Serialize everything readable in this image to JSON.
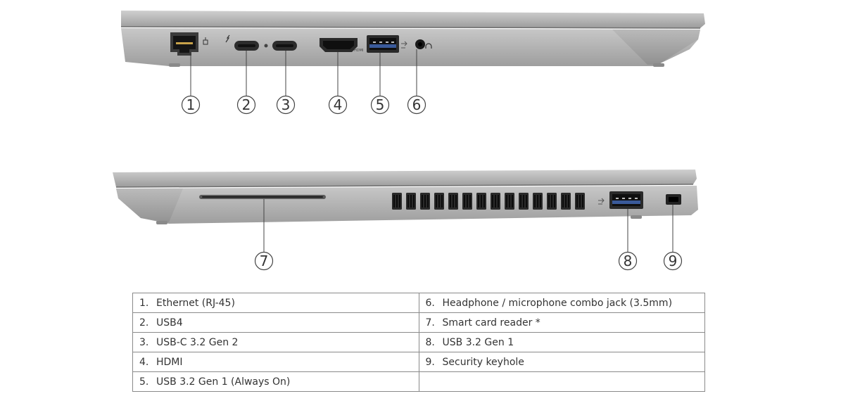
{
  "diagram": {
    "left_side_callouts": [
      "1",
      "2",
      "3",
      "4",
      "5",
      "6"
    ],
    "right_side_callouts": [
      "7",
      "8",
      "9"
    ],
    "port_marks": {
      "hdmi": "HDMI"
    }
  },
  "legend": {
    "rows": [
      {
        "left": {
          "num": "1.",
          "label": "Ethernet (RJ-45)"
        },
        "right": {
          "num": "6.",
          "label": "Headphone / microphone combo jack (3.5mm)"
        }
      },
      {
        "left": {
          "num": "2.",
          "label": "USB4"
        },
        "right": {
          "num": "7.",
          "label": "Smart card reader *"
        }
      },
      {
        "left": {
          "num": "3.",
          "label": "USB-C 3.2 Gen 2"
        },
        "right": {
          "num": "8.",
          "label": "USB 3.2 Gen 1"
        }
      },
      {
        "left": {
          "num": "4.",
          "label": "HDMI"
        },
        "right": {
          "num": "9.",
          "label": "Security keyhole"
        }
      },
      {
        "left": {
          "num": "5.",
          "label": "USB 3.2 Gen 1 (Always On)"
        },
        "right": {
          "num": "",
          "label": ""
        }
      }
    ]
  }
}
